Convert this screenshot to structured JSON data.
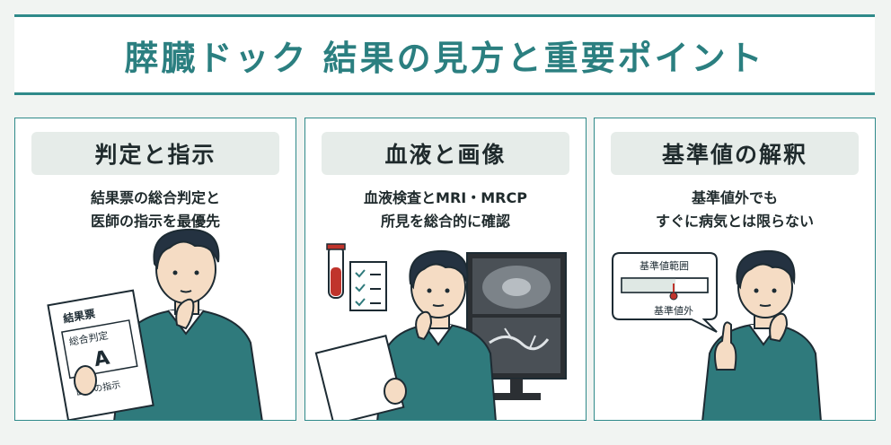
{
  "title": "膵臓ドック 結果の見方と重要ポイント",
  "panels": [
    {
      "label": "判定と指示",
      "desc": [
        "結果票の総合判定と",
        "医師の指示を最優先"
      ],
      "sheet": {
        "heading": "結果票",
        "box_label": "総合判定",
        "grade": "A",
        "note": "医師の指示"
      }
    },
    {
      "label": "血液と画像",
      "desc": [
        "血液検査とMRI・MRCP",
        "所見を総合的に確認"
      ]
    },
    {
      "label": "基準値の解釈",
      "desc": [
        "基準値外でも",
        "すぐに病気とは限らない"
      ],
      "range_card": {
        "range_label": "基準値範囲",
        "outside_label": "基準値外"
      }
    }
  ],
  "colors": {
    "accent": "#2f8a8a",
    "title": "#2b7f80",
    "sweater": "#2f7a7c",
    "hair": "#243241"
  }
}
